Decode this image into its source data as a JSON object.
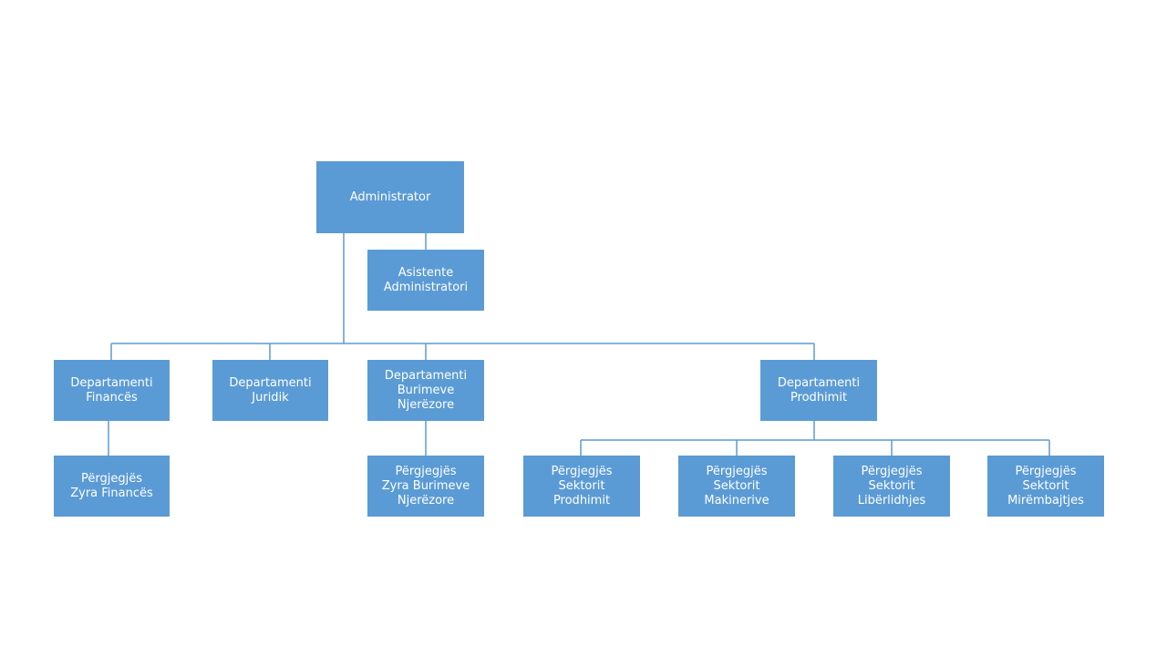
{
  "colors": {
    "box": "#5b9bd5",
    "line": "#5b9bd5",
    "text": "#ffffff",
    "background": "#ffffff"
  },
  "nodes": {
    "admin": {
      "lines": [
        "Administrator"
      ]
    },
    "assistant": {
      "lines": [
        "Asistente",
        "Administratori"
      ]
    },
    "finance": {
      "lines": [
        "Departamenti",
        "Financës"
      ]
    },
    "legal": {
      "lines": [
        "Departamenti",
        "Juridik"
      ]
    },
    "hr": {
      "lines": [
        "Departamenti",
        "Burimeve",
        "Njerëzore"
      ]
    },
    "production": {
      "lines": [
        "Departamenti",
        "Prodhimit"
      ]
    },
    "finance_office": {
      "lines": [
        "Përgjegjës",
        "Zyra Financës"
      ]
    },
    "hr_office": {
      "lines": [
        "Përgjegjës",
        "Zyra Burimeve",
        "Njerëzore"
      ]
    },
    "prod_sector": {
      "lines": [
        "Përgjegjës",
        "Sektorit",
        "Prodhimit"
      ]
    },
    "machinery_sector": {
      "lines": [
        "Përgjegjës",
        "Sektorit",
        "Makinerive"
      ]
    },
    "binding_sector": {
      "lines": [
        "Përgjegjës",
        "Sektorit",
        "Libërlidhjes"
      ]
    },
    "maintenance_sector": {
      "lines": [
        "Përgjegjës",
        "Sektorit",
        "Mirëmbajtjes"
      ]
    }
  }
}
